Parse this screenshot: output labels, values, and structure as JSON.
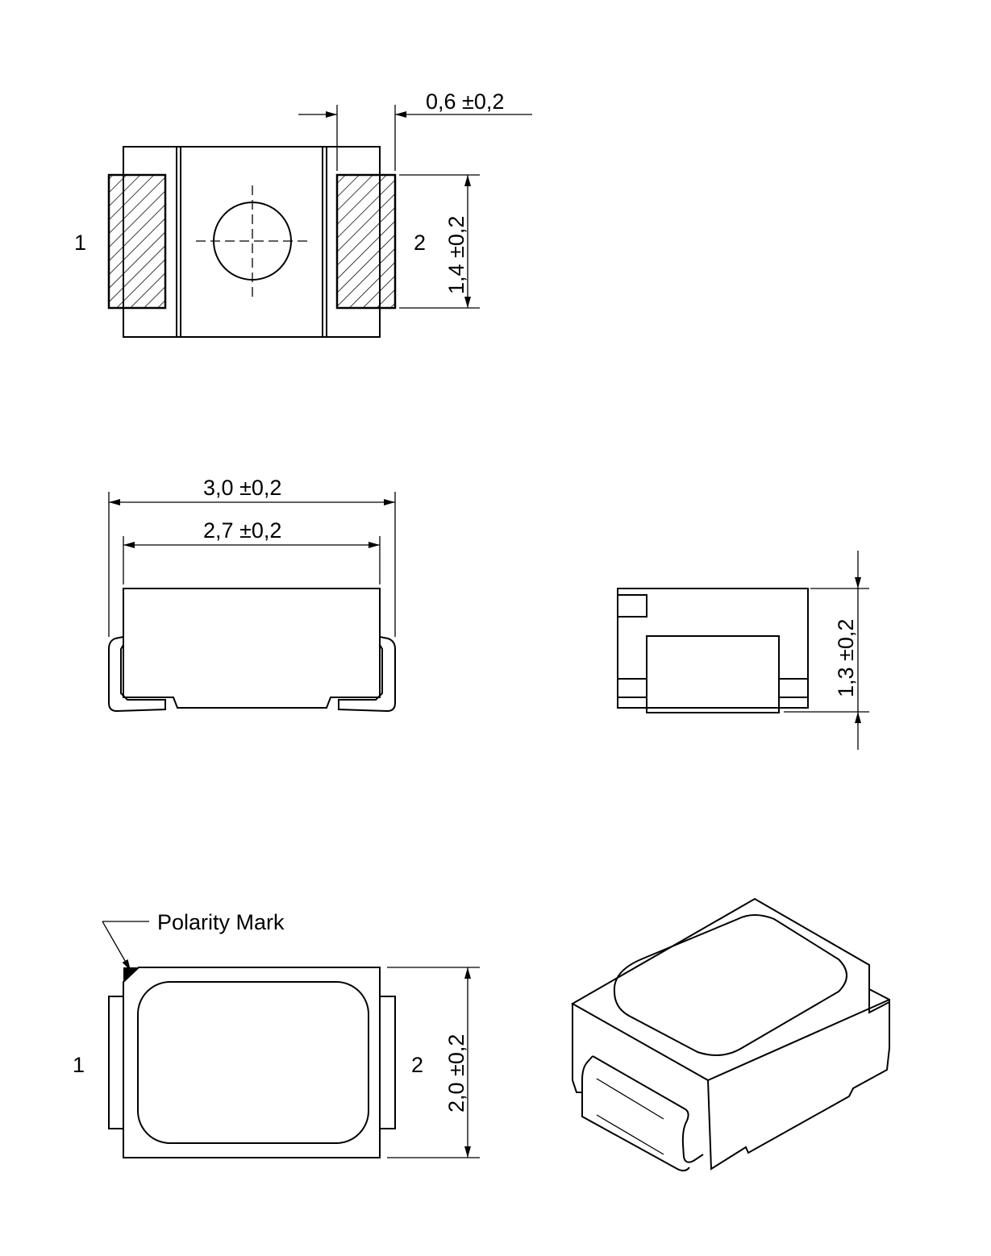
{
  "top_view": {
    "dim_pad_width": "0,6 ±0,2",
    "dim_pad_height": "1,4 ±0,2",
    "pin1": "1",
    "pin2": "2"
  },
  "side_view": {
    "dim_total_length": "3,0 ±0,2",
    "dim_body_length": "2,7 ±0,2"
  },
  "end_view": {
    "dim_height": "1,3 ±0,2"
  },
  "bottom_view": {
    "polarity_label": "Polarity Mark",
    "pin1": "1",
    "pin2": "2",
    "dim_width": "2,0 ±0,2"
  }
}
